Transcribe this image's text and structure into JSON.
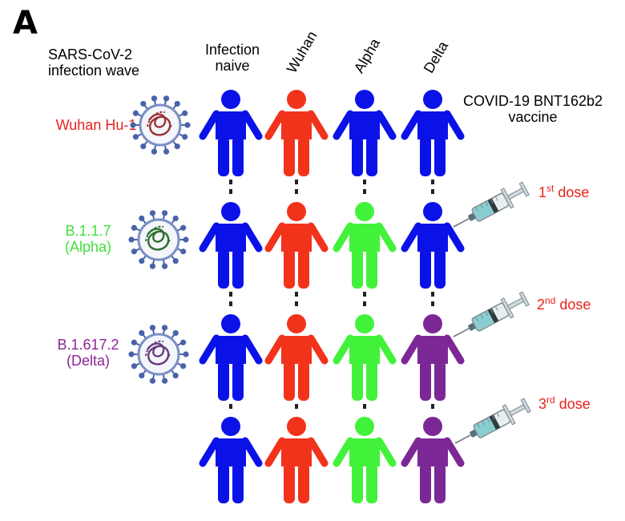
{
  "panel_letter": "A",
  "wave_title_lines": [
    "SARS-CoV-2",
    "infection wave"
  ],
  "vaccine_title_lines": [
    "COVID-19 BNT162b2",
    "vaccine"
  ],
  "columns": {
    "naive_lines": [
      "Infection",
      "naive"
    ],
    "wuhan": "Wuhan",
    "alpha": "Alpha",
    "delta": "Delta"
  },
  "variants": [
    {
      "lines": [
        "Wuhan Hu-1"
      ],
      "color": "#e8231c"
    },
    {
      "lines": [
        "B.1.1.7",
        "(Alpha)"
      ],
      "color": "#3fe03a"
    },
    {
      "lines": [
        "B.1.617.2",
        "(Delta)"
      ],
      "color": "#8e2396"
    }
  ],
  "doses": [
    {
      "num": "1",
      "sup": "st",
      "text": " dose"
    },
    {
      "num": "2",
      "sup": "nd",
      "text": " dose"
    },
    {
      "num": "3",
      "sup": "rd",
      "text": " dose"
    }
  ],
  "colors": {
    "blue": "#0b12e8",
    "red": "#f2331c",
    "green": "#42f23a",
    "purple": "#7b2896",
    "virus_spike": "#4a62a8"
  },
  "people_grid": [
    [
      "blue",
      "red",
      "blue",
      "blue"
    ],
    [
      "blue",
      "red",
      "green",
      "blue"
    ],
    [
      "blue",
      "red",
      "green",
      "purple"
    ],
    [
      "blue",
      "red",
      "green",
      "purple"
    ]
  ]
}
